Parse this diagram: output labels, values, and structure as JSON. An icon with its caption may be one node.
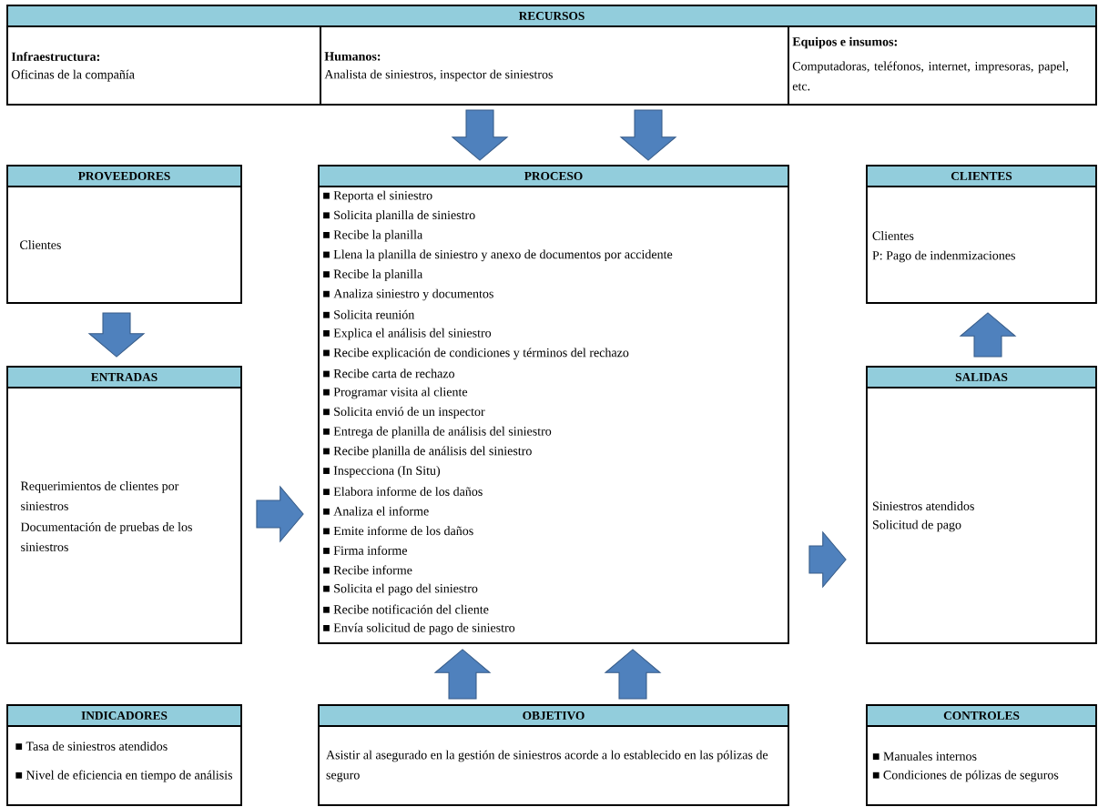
{
  "diagram": {
    "nodes": [
      {
        "text": [
          "RECURSOS"
        ]
      },
      {
        "text": [
          "Infraestructura:",
          "Oficinas de la compañía"
        ],
        "in": 0
      },
      {
        "text": [
          "Humanos:",
          "Analista de siniestros, inspector de siniestros"
        ],
        "in": 0
      },
      {
        "text": [
          "Equipos e insumos:",
          "Computadoras, teléfonos, internet, impresoras, papel, etc."
        ],
        "in": 0
      },
      {
        "text": [
          "PROVEEDORES",
          "Clientes"
        ]
      },
      {
        "text": [
          "PROCESO",
          "■ Reporta el siniestro",
          "■ Solicita planilla de siniestro",
          "■ Recibe la planilla",
          "■ Llena la planilla de siniestro y anexo de documentos por accidente",
          "■ Recibe la planilla",
          "■ Analiza siniestro y documentos",
          "■ Solicita reunión",
          "■ Explica el análisis del siniestro",
          "■ Recibe explicación de condiciones y términos del rechazo",
          "■ Recibe carta de rechazo",
          "■ Programar visita al cliente",
          "■ Solicita envió de un inspector",
          "■ Entrega de planilla de análisis del siniestro",
          "■ Recibe planilla de análisis del siniestro",
          "■ Inspecciona (In Situ)",
          "■ Elabora informe de los daños",
          "■ Analiza el informe",
          "■ Emite informe de los daños",
          "■ Firma informe",
          "■ Recibe informe",
          "■ Solicita el pago del siniestro",
          "■ Recibe notificación del cliente",
          "■ Envía solicitud de pago de siniestro"
        ]
      },
      {
        "text": [
          "CLIENTES",
          "Clientes",
          "P: Pago de indenmizaciones"
        ]
      },
      {
        "text": [
          "ENTRADAS",
          "Requerimientos de clientes por siniestros",
          "Documentación de pruebas de los siniestros"
        ]
      },
      {
        "text": [
          "SALIDAS",
          "Siniestros atendidos",
          "Solicitud de pago"
        ]
      },
      {
        "text": [
          "INDICADORES",
          "■ Tasa de siniestros atendidos",
          "■ Nivel de eficiencia en tiempo de análisis"
        ]
      },
      {
        "text": [
          "OBJETIVO",
          "Asistir al asegurado en la gestión de siniestros acorde a lo establecido en las pólizas de seguro"
        ]
      },
      {
        "text": [
          "CONTROLES",
          "■ Manuales internos",
          "■ Condiciones de pólizas de seguros"
        ]
      }
    ],
    "edges": [
      {
        "from": 0,
        "to": 5,
        "arrow": "to"
      },
      {
        "from": 0,
        "to": 5,
        "arrow": "to"
      },
      {
        "from": 4,
        "to": 7,
        "arrow": "to"
      },
      {
        "from": 7,
        "to": 5,
        "arrow": "to"
      },
      {
        "from": 5,
        "to": 8,
        "arrow": "to"
      },
      {
        "from": 8,
        "to": 6,
        "arrow": "to"
      },
      {
        "from": 10,
        "to": 5,
        "arrow": "to"
      },
      {
        "from": 10,
        "to": 5,
        "arrow": "to"
      }
    ]
  }
}
